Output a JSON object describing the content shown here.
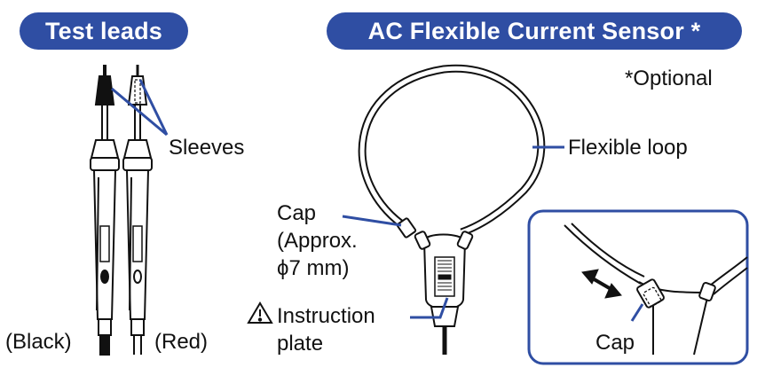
{
  "headers": {
    "left": "Test leads",
    "right": "AC Flexible Current Sensor *"
  },
  "labels": {
    "optional_note": "*Optional",
    "sleeves": "Sleeves",
    "flexible_loop": "Flexible loop",
    "cap": "Cap",
    "cap_detail": "(Approx.",
    "cap_size": "ϕ7 mm)",
    "instruction": "Instruction",
    "plate": "plate",
    "black": "(Black)",
    "red": "(Red)",
    "inset_cap": "Cap"
  },
  "colors": {
    "accent": "#2f4ea3",
    "line": "#111111"
  },
  "icons": {
    "warning": "warning-triangle-icon",
    "arrow": "double-arrow-icon"
  }
}
